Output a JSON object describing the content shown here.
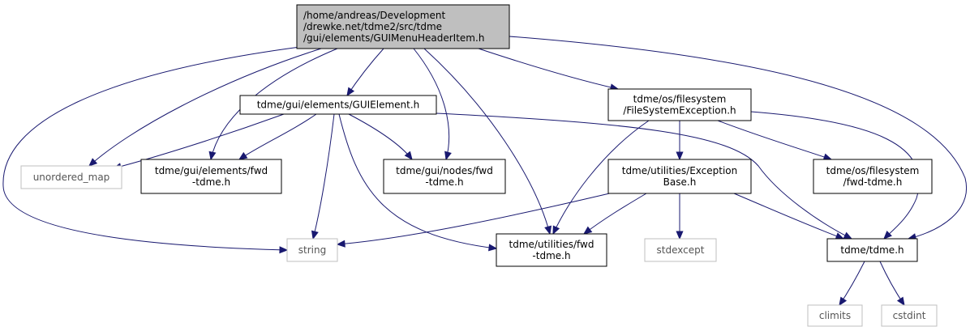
{
  "colors": {
    "root_fill": "#bfbfbf",
    "node_fill": "#ffffff",
    "node_stroke": "#000000",
    "external_stroke": "#bfbfbf",
    "external_text": "#555555",
    "edge": "#191970"
  },
  "nodes": [
    {
      "id": "root",
      "lines": [
        "/home/andreas/Development",
        "/drewke.net/tdme2/src/tdme",
        "/gui/elements/GUIMenuHeaderItem.h"
      ],
      "kind": "root"
    },
    {
      "id": "guielement",
      "lines": [
        "tdme/gui/elements/GUIElement.h"
      ],
      "kind": "local"
    },
    {
      "id": "fsexception",
      "lines": [
        "tdme/os/filesystem",
        "/FileSystemException.h"
      ],
      "kind": "local"
    },
    {
      "id": "unordered_map",
      "lines": [
        "unordered_map"
      ],
      "kind": "external"
    },
    {
      "id": "gui_elements_fwd",
      "lines": [
        "tdme/gui/elements/fwd",
        "-tdme.h"
      ],
      "kind": "local"
    },
    {
      "id": "gui_nodes_fwd",
      "lines": [
        "tdme/gui/nodes/fwd",
        "-tdme.h"
      ],
      "kind": "local"
    },
    {
      "id": "exceptionbase",
      "lines": [
        "tdme/utilities/Exception",
        "Base.h"
      ],
      "kind": "local"
    },
    {
      "id": "os_fs_fwd",
      "lines": [
        "tdme/os/filesystem",
        "/fwd-tdme.h"
      ],
      "kind": "local"
    },
    {
      "id": "string",
      "lines": [
        "string"
      ],
      "kind": "external"
    },
    {
      "id": "utilities_fwd",
      "lines": [
        "tdme/utilities/fwd",
        "-tdme.h"
      ],
      "kind": "local"
    },
    {
      "id": "stdexcept",
      "lines": [
        "stdexcept"
      ],
      "kind": "external"
    },
    {
      "id": "tdme_h",
      "lines": [
        "tdme/tdme.h"
      ],
      "kind": "local"
    },
    {
      "id": "climits",
      "lines": [
        "climits"
      ],
      "kind": "external"
    },
    {
      "id": "cstdint",
      "lines": [
        "cstdint"
      ],
      "kind": "external"
    }
  ],
  "edges": [
    {
      "from": "root",
      "to": "guielement"
    },
    {
      "from": "root",
      "to": "fsexception"
    },
    {
      "from": "root",
      "to": "unordered_map"
    },
    {
      "from": "root",
      "to": "gui_elements_fwd"
    },
    {
      "from": "root",
      "to": "gui_nodes_fwd"
    },
    {
      "from": "root",
      "to": "string"
    },
    {
      "from": "root",
      "to": "utilities_fwd"
    },
    {
      "from": "root",
      "to": "tdme_h"
    },
    {
      "from": "guielement",
      "to": "unordered_map"
    },
    {
      "from": "guielement",
      "to": "gui_elements_fwd"
    },
    {
      "from": "guielement",
      "to": "gui_nodes_fwd"
    },
    {
      "from": "guielement",
      "to": "string"
    },
    {
      "from": "guielement",
      "to": "utilities_fwd"
    },
    {
      "from": "guielement",
      "to": "tdme_h"
    },
    {
      "from": "fsexception",
      "to": "exceptionbase"
    },
    {
      "from": "fsexception",
      "to": "os_fs_fwd"
    },
    {
      "from": "fsexception",
      "to": "utilities_fwd"
    },
    {
      "from": "fsexception",
      "to": "tdme_h"
    },
    {
      "from": "exceptionbase",
      "to": "string"
    },
    {
      "from": "exceptionbase",
      "to": "utilities_fwd"
    },
    {
      "from": "exceptionbase",
      "to": "stdexcept"
    },
    {
      "from": "exceptionbase",
      "to": "tdme_h"
    },
    {
      "from": "tdme_h",
      "to": "climits"
    },
    {
      "from": "tdme_h",
      "to": "cstdint"
    }
  ]
}
